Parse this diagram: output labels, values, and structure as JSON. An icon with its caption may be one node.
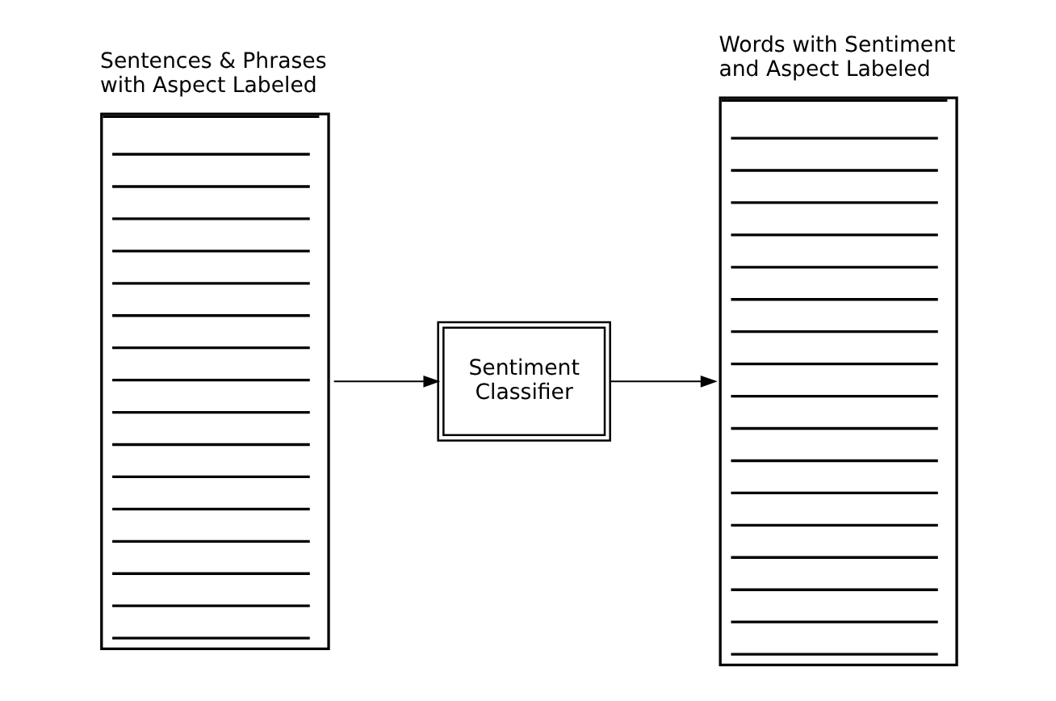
{
  "diagram": {
    "nodes": [
      {
        "text": [
          "Sentences & Phrases with Aspect Labeled"
        ]
      },
      {
        "text": [
          "Sentiment Classifier"
        ]
      },
      {
        "text": [
          "Words with Sentiment and Aspect Labeled"
        ]
      }
    ],
    "edges": [
      {
        "from": 0,
        "to": 1,
        "arrow": "to"
      },
      {
        "from": 1,
        "to": 2,
        "arrow": "to"
      }
    ]
  }
}
